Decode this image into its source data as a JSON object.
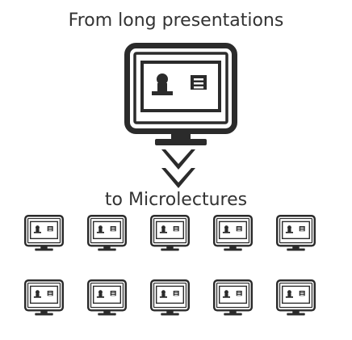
{
  "heading_top": "From long presentations",
  "heading_bottom": "to Microlectures",
  "icons": {
    "large_monitor": "monitor-presentation-icon",
    "arrow": "double-chevron-down-icon",
    "small_monitor": "monitor-presentation-icon"
  },
  "grid": {
    "rows": 2,
    "cols": 5
  },
  "colors": {
    "stroke": "#2b2b2b",
    "fill": "#ffffff",
    "text": "#333333"
  }
}
